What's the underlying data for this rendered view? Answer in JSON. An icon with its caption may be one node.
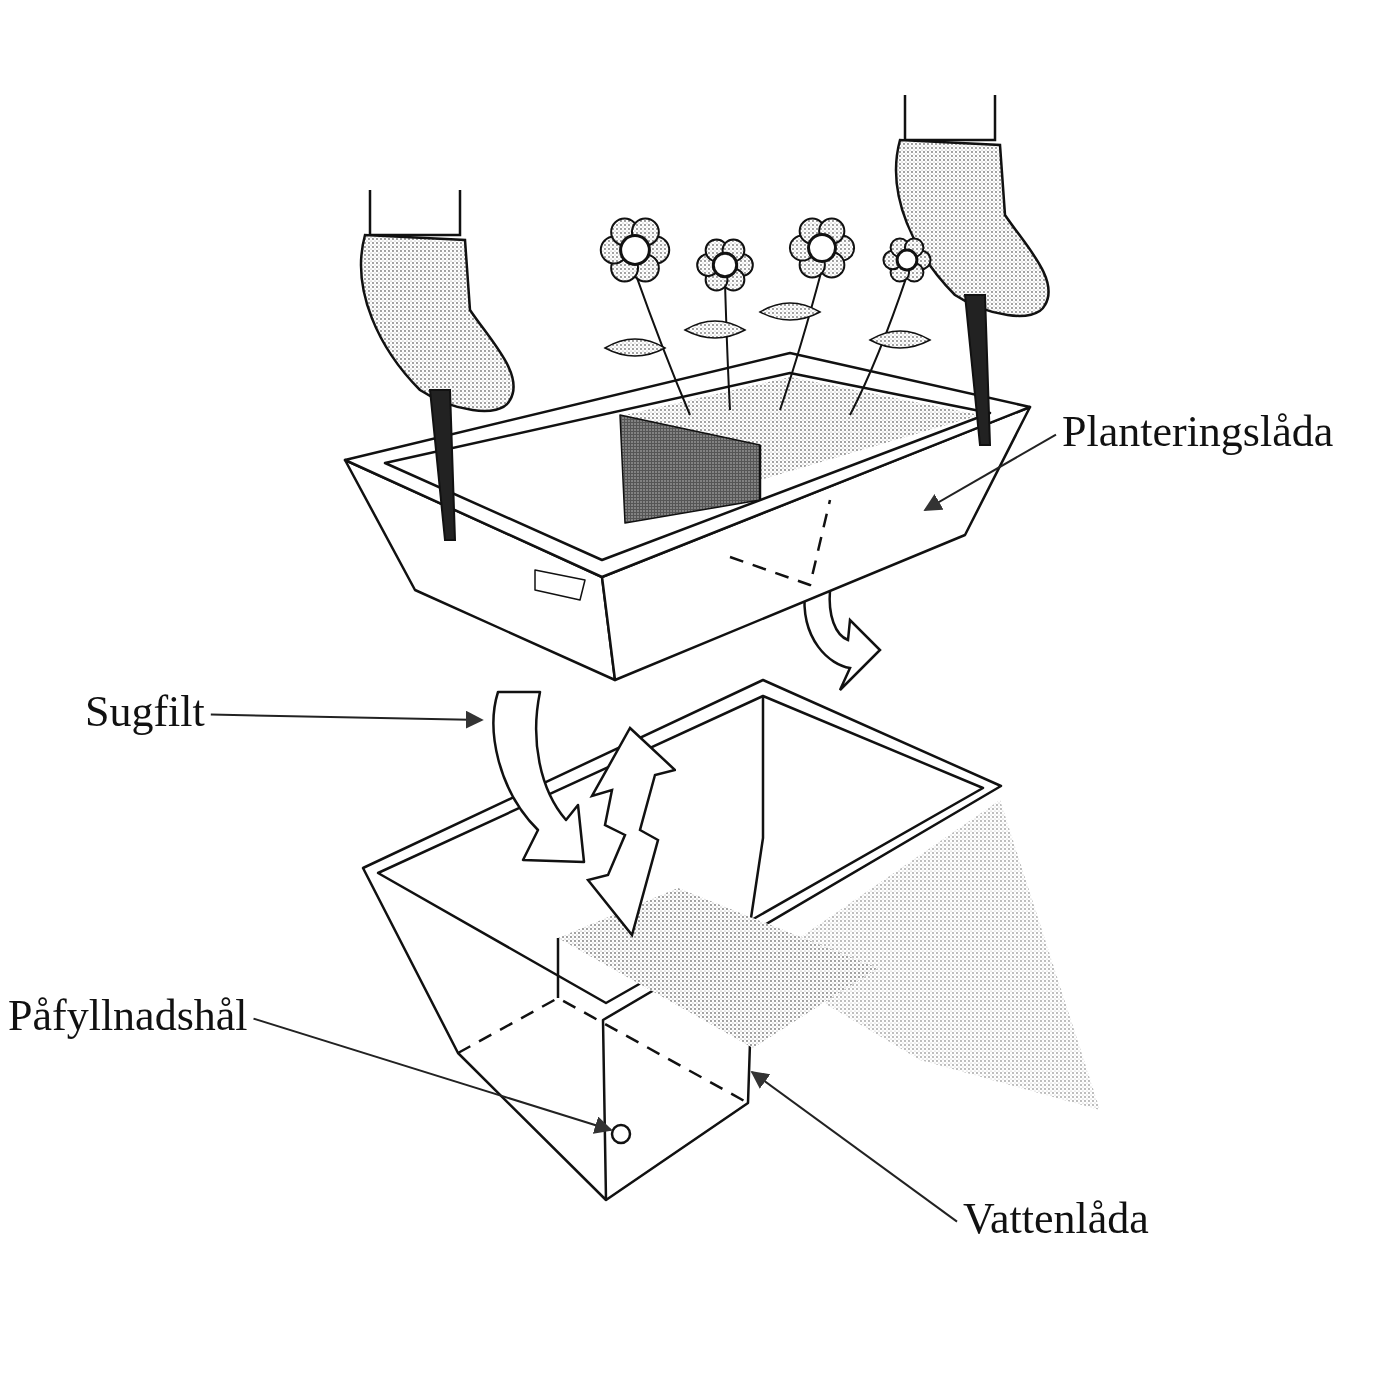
{
  "diagram": {
    "nodes": [
      {
        "text": [
          "Planteringslåda"
        ]
      },
      {
        "text": [],
        "shape": "box"
      },
      {
        "text": [
          "Sugfilt"
        ]
      },
      {
        "text": [],
        "shape": "bar"
      },
      {
        "text": [
          "Påfyllnadshål"
        ]
      },
      {
        "text": [],
        "shape": "circle"
      },
      {
        "text": [
          "Vattenlåda"
        ]
      },
      {
        "text": [],
        "shape": "box"
      }
    ],
    "edges": [
      {
        "from": 0,
        "to": 1,
        "arrow": "to"
      },
      {
        "from": 2,
        "to": 3,
        "arrow": "to"
      },
      {
        "from": 4,
        "to": 5,
        "arrow": "to"
      },
      {
        "from": 6,
        "to": 7,
        "arrow": "to"
      }
    ]
  }
}
